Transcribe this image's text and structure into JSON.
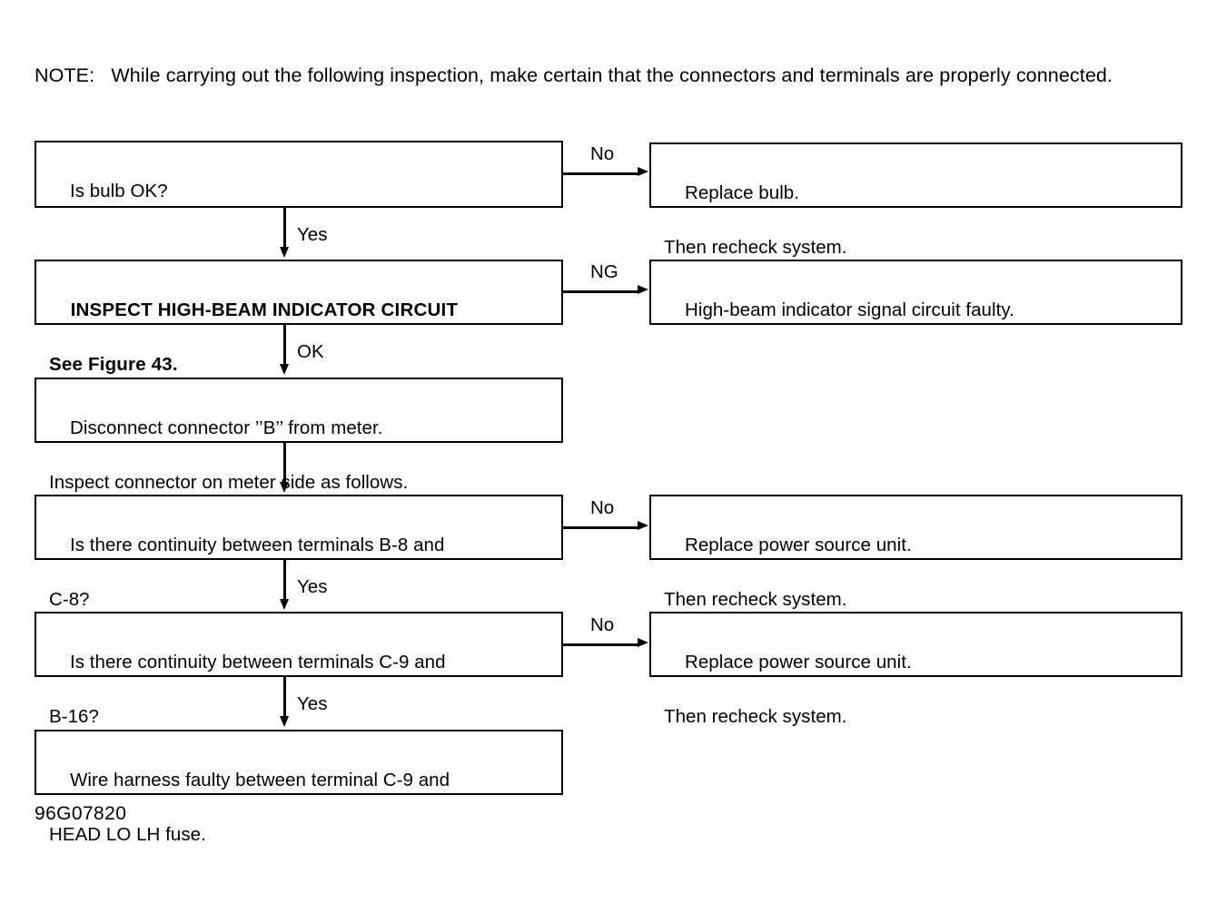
{
  "note": {
    "text": "NOTE:   While carrying out the following inspection, make certain that the connectors and terminals are properly connected."
  },
  "flow": {
    "boxes": [
      {
        "id": "is-bulb-ok",
        "line1": "Is bulb OK?",
        "line2": ""
      },
      {
        "id": "replace-bulb",
        "line1": "Replace bulb.",
        "line2": "Then recheck system."
      },
      {
        "id": "inspect-high-beam-indicator-circuit",
        "line1": "INSPECT HIGH-BEAM INDICATOR CIRCUIT",
        "line2": "See Figure 43."
      },
      {
        "id": "high-beam-signal-circuit-faulty",
        "line1": "High-beam indicator signal circuit faulty.",
        "line2": ""
      },
      {
        "id": "disconnect-connector-b",
        "line1": "Disconnect connector ’’B’’ from meter.",
        "line2": "Inspect connector on meter side as follows."
      },
      {
        "id": "continuity-b8-c8",
        "line1": "Is there continuity between terminals B-8 and",
        "line2": "C-8?"
      },
      {
        "id": "replace-power-source-unit-1",
        "line1": "Replace power source unit.",
        "line2": "Then recheck system."
      },
      {
        "id": "continuity-c9-b16",
        "line1": "Is there continuity between terminals C-9 and",
        "line2": "B-16?"
      },
      {
        "id": "replace-power-source-unit-2",
        "line1": "Replace power source unit.",
        "line2": "Then recheck system."
      },
      {
        "id": "wire-harness-faulty",
        "line1": "Wire harness faulty between terminal C-9 and",
        "line2": "HEAD LO LH fuse."
      }
    ],
    "labels": {
      "no_1": "No",
      "yes_1": "Yes",
      "ng_1": "NG",
      "ok_1": "OK",
      "no_2": "No",
      "yes_2": "Yes",
      "no_3": "No",
      "yes_3": "Yes"
    }
  },
  "caption": {
    "code": "96G07820"
  },
  "colors": {
    "ink": "#000000",
    "paper": "#ffffff"
  }
}
